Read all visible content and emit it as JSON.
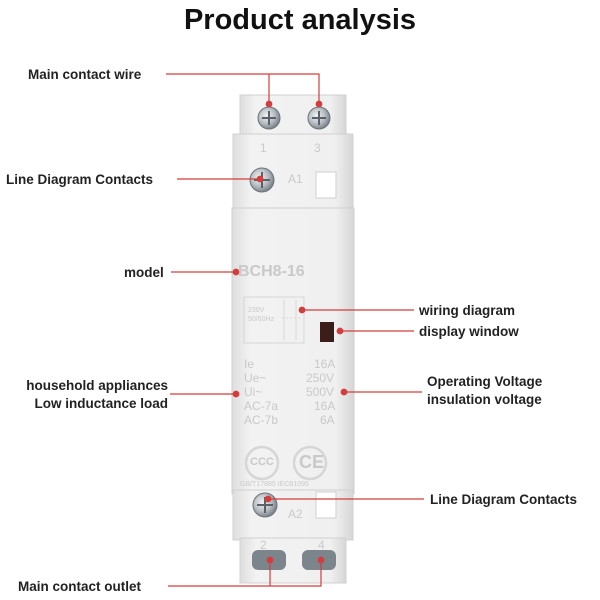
{
  "title": "Product analysis",
  "callouts": {
    "main_contact_wire": "Main contact wire",
    "line_diagram_contacts_top": "Line Diagram Contacts",
    "model": "model",
    "wiring_diagram": "wiring diagram",
    "display_window": "display window",
    "household_line1": "household appliances",
    "household_line2": "Low inductance load",
    "operating_voltage": "Operating Voltage",
    "insulation_voltage": "insulation voltage",
    "line_diagram_contacts_bottom": "Line Diagram Contacts",
    "main_contact_outlet": "Main contact outlet"
  },
  "device": {
    "model_name": "BCH8-16",
    "terminal_top_1": "1",
    "terminal_top_3": "3",
    "terminal_a1": "A1",
    "terminal_a2": "A2",
    "terminal_bottom_2": "2",
    "terminal_bottom_4": "4",
    "spec_labels": [
      "Ie",
      "Ue~",
      "Ui~",
      "AC-7a",
      "AC-7b"
    ],
    "spec_values": [
      "16A",
      "250V",
      "500V",
      "16A",
      "6A"
    ],
    "coil_voltage": "230V",
    "coil_freq": "50/60Hz",
    "cert_ccc": "CCC",
    "cert_ce": "CE",
    "standard_text": "GB/T17885 IEC61095"
  },
  "colors": {
    "accent_red": "#d43d3d",
    "body": "#efefef"
  }
}
